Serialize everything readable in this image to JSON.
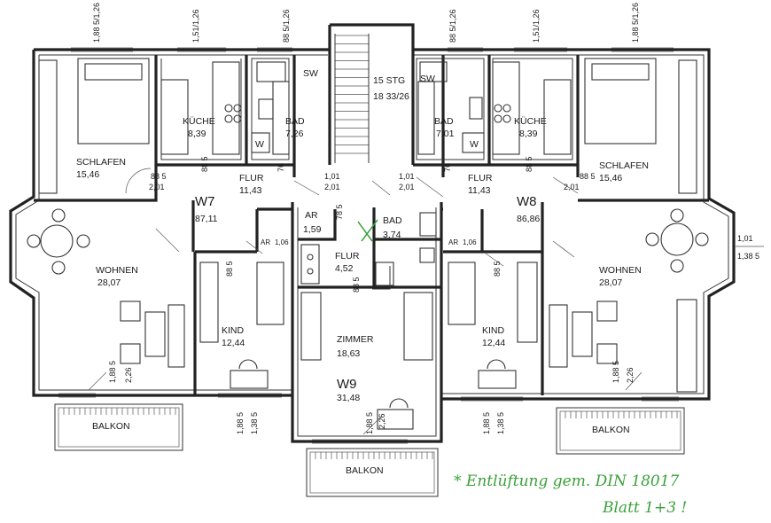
{
  "colors": {
    "ink": "#1a1a1a",
    "annotation": "#3aa03a",
    "paper": "#ffffff"
  },
  "units": {
    "w7": {
      "name": "W7",
      "area": "87,11"
    },
    "w8": {
      "name": "W8",
      "area": "86,86"
    },
    "w9": {
      "name": "W9",
      "area": "31,48"
    }
  },
  "rooms": {
    "w7_schlafen": {
      "name": "SCHLAFEN",
      "area": "15,46"
    },
    "w7_kueche": {
      "name": "KÜCHE",
      "area": "8,39"
    },
    "w7_bad": {
      "name": "BAD",
      "area": "7,26"
    },
    "w7_flur": {
      "name": "FLUR",
      "area": "11,43"
    },
    "w7_wohnen": {
      "name": "WOHNEN",
      "area": "28,07"
    },
    "w7_ar": {
      "name": "AR",
      "area": "1,06"
    },
    "w7_kind": {
      "name": "KIND",
      "area": "12,44"
    },
    "stair": {
      "name": "15 STG",
      "spec": "18 33/26"
    },
    "w8_bad": {
      "name": "BAD",
      "area": "7,01"
    },
    "w8_kueche": {
      "name": "KÜCHE",
      "area": "8,39"
    },
    "w8_schlafen": {
      "name": "SCHLAFEN",
      "area": "15,46"
    },
    "w8_flur": {
      "name": "FLUR",
      "area": "11,43"
    },
    "w8_ar": {
      "name": "AR",
      "area": "1,06"
    },
    "w8_wohnen": {
      "name": "WOHNEN",
      "area": "28,07"
    },
    "w8_kind": {
      "name": "KIND",
      "area": "12,44"
    },
    "w9_ar": {
      "name": "AR",
      "area": "1,59"
    },
    "w9_bad": {
      "name": "BAD",
      "area": "3,74"
    },
    "w9_flur": {
      "name": "FLUR",
      "area": "4,52"
    },
    "w9_zimmer": {
      "name": "ZIMMER",
      "area": "18,63"
    }
  },
  "balconies": {
    "left": "BALKON",
    "center": "BALKON",
    "right": "BALKON"
  },
  "fixtures": {
    "sw": "SW",
    "w": "W"
  },
  "dimensions": {
    "top1": "1,88 5/1,26",
    "top2": "1,51/1,26",
    "top3": "88 5/1,26",
    "top4": "88 5/1,26",
    "top5": "1,51/1,26",
    "top6": "1,88 5/1,26",
    "door": "88 5",
    "door_h": "2,01",
    "door_sm": "76",
    "door_sm2": "78 5",
    "door_ar": "1,01",
    "win": "1,88 5",
    "win_h": "2,26",
    "bal": "1,88 5",
    "bal_h": "1,38 5",
    "side_r": "1,01",
    "side_r2": "1,38 5"
  },
  "annotation": {
    "line1": "* Entlüftung gem. DIN 18017",
    "line2": "Blatt 1+3 !"
  }
}
